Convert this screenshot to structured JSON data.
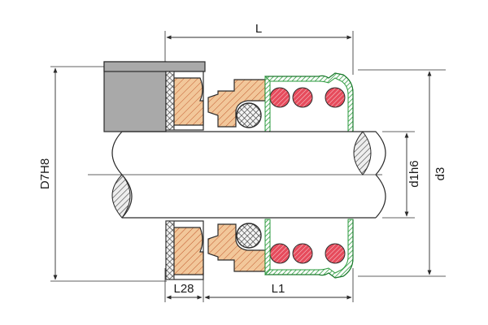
{
  "labels": {
    "L": "L",
    "L1": "L1",
    "L28": "L28",
    "D": "D7H8",
    "d1": "d1h6",
    "d3": "d3"
  },
  "colors": {
    "line": "#2b2b2b",
    "housing": "#a9a9a9",
    "seat": "#f2c79a",
    "seat_hatch": "#c0582b",
    "ring": "#f2c79a",
    "ring_hatch": "#c0582b",
    "oring": "#3a3a3a",
    "spring": "#e64b5c",
    "casing": "#2a9a3c",
    "shaft_section": "#3c3c3c"
  }
}
